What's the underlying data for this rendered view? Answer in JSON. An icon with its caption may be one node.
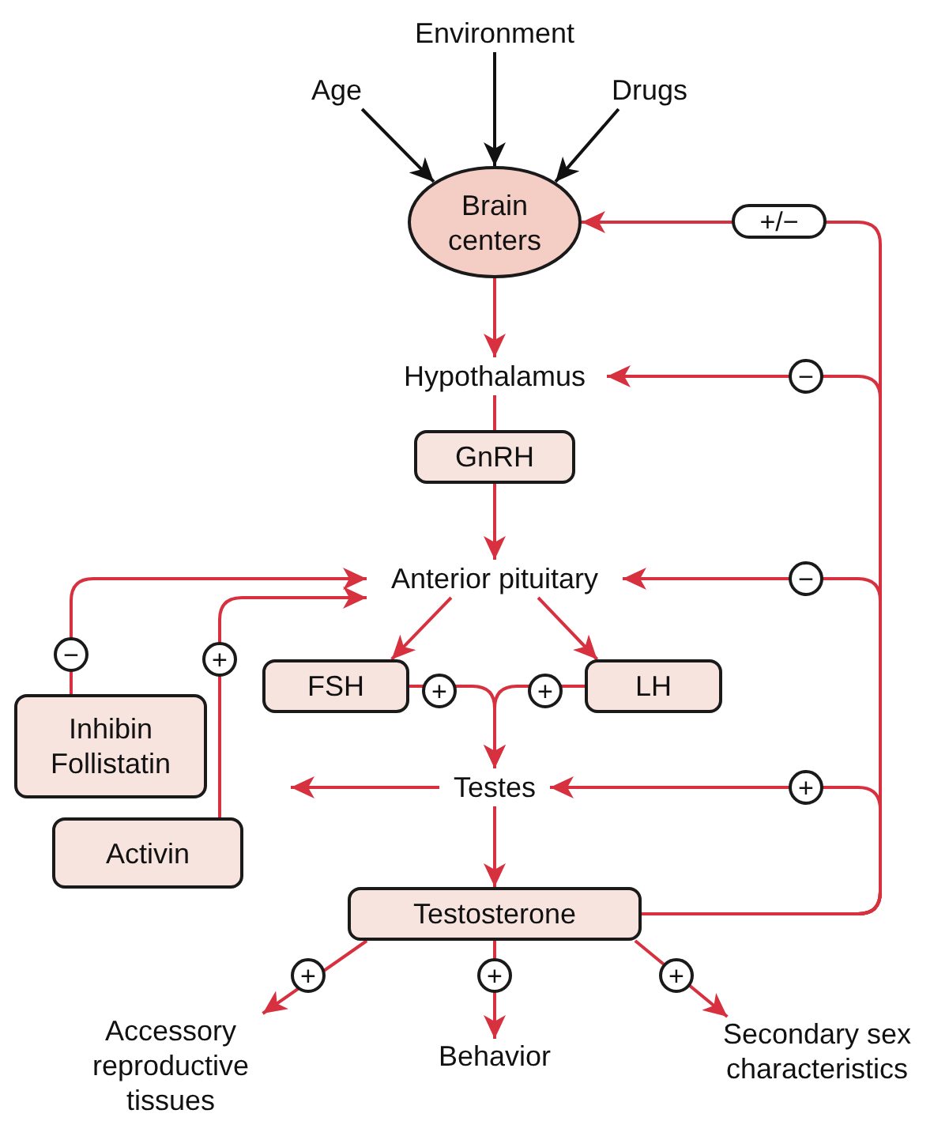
{
  "diagram": {
    "nodes": [
      {
        "text": [
          "Environment"
        ]
      },
      {
        "text": [
          "Age"
        ]
      },
      {
        "text": [
          "Drugs"
        ]
      },
      {
        "text": [
          "Brain centers"
        ]
      },
      {
        "text": [
          "Hypothalamus"
        ]
      },
      {
        "text": [
          "GnRH"
        ]
      },
      {
        "text": [
          "Anterior pituitary"
        ]
      },
      {
        "text": [
          "FSH"
        ]
      },
      {
        "text": [
          "LH"
        ]
      },
      {
        "text": [
          "Inhibin Follistatin"
        ]
      },
      {
        "text": [
          "Activin"
        ]
      },
      {
        "text": [
          "Testes"
        ]
      },
      {
        "text": [
          "Testosterone"
        ]
      },
      {
        "text": [
          "Accessory reproductive tissues"
        ]
      },
      {
        "text": [
          "Behavior"
        ]
      },
      {
        "text": [
          "Secondary sex characteristics"
        ]
      }
    ],
    "edges": [
      {
        "from": 0,
        "to": 3,
        "arrow": "to",
        "color": "#111111"
      },
      {
        "from": 1,
        "to": 3,
        "arrow": "to",
        "color": "#111111"
      },
      {
        "from": 2,
        "to": 3,
        "arrow": "to",
        "color": "#111111"
      },
      {
        "from": 3,
        "to": 4,
        "arrow": "to"
      },
      {
        "from": 4,
        "to": 5,
        "arrow": "none"
      },
      {
        "from": 5,
        "to": 6,
        "arrow": "to"
      },
      {
        "from": 6,
        "to": 7,
        "arrow": "to"
      },
      {
        "from": 6,
        "to": 8,
        "arrow": "to"
      },
      {
        "from": 7,
        "to": 11,
        "arrow": "to",
        "label": "+"
      },
      {
        "from": 8,
        "to": 11,
        "arrow": "to",
        "label": "+"
      },
      {
        "from": 9,
        "to": 6,
        "arrow": "to",
        "label": "−"
      },
      {
        "from": 10,
        "to": 6,
        "arrow": "to",
        "label": "+"
      },
      {
        "from": 11,
        "to": null,
        "arrow": "to"
      },
      {
        "from": 11,
        "to": 12,
        "arrow": "to"
      },
      {
        "from": 12,
        "to": 3,
        "arrow": "to",
        "label": "+/−"
      },
      {
        "from": 12,
        "to": 4,
        "arrow": "to",
        "label": "−"
      },
      {
        "from": 12,
        "to": 6,
        "arrow": "to",
        "label": "−"
      },
      {
        "from": 12,
        "to": 11,
        "arrow": "to",
        "label": "+"
      },
      {
        "from": 12,
        "to": 13,
        "arrow": "to",
        "label": "+"
      },
      {
        "from": 12,
        "to": 14,
        "arrow": "to",
        "label": "+"
      },
      {
        "from": 12,
        "to": 15,
        "arrow": "to",
        "label": "+"
      }
    ]
  }
}
